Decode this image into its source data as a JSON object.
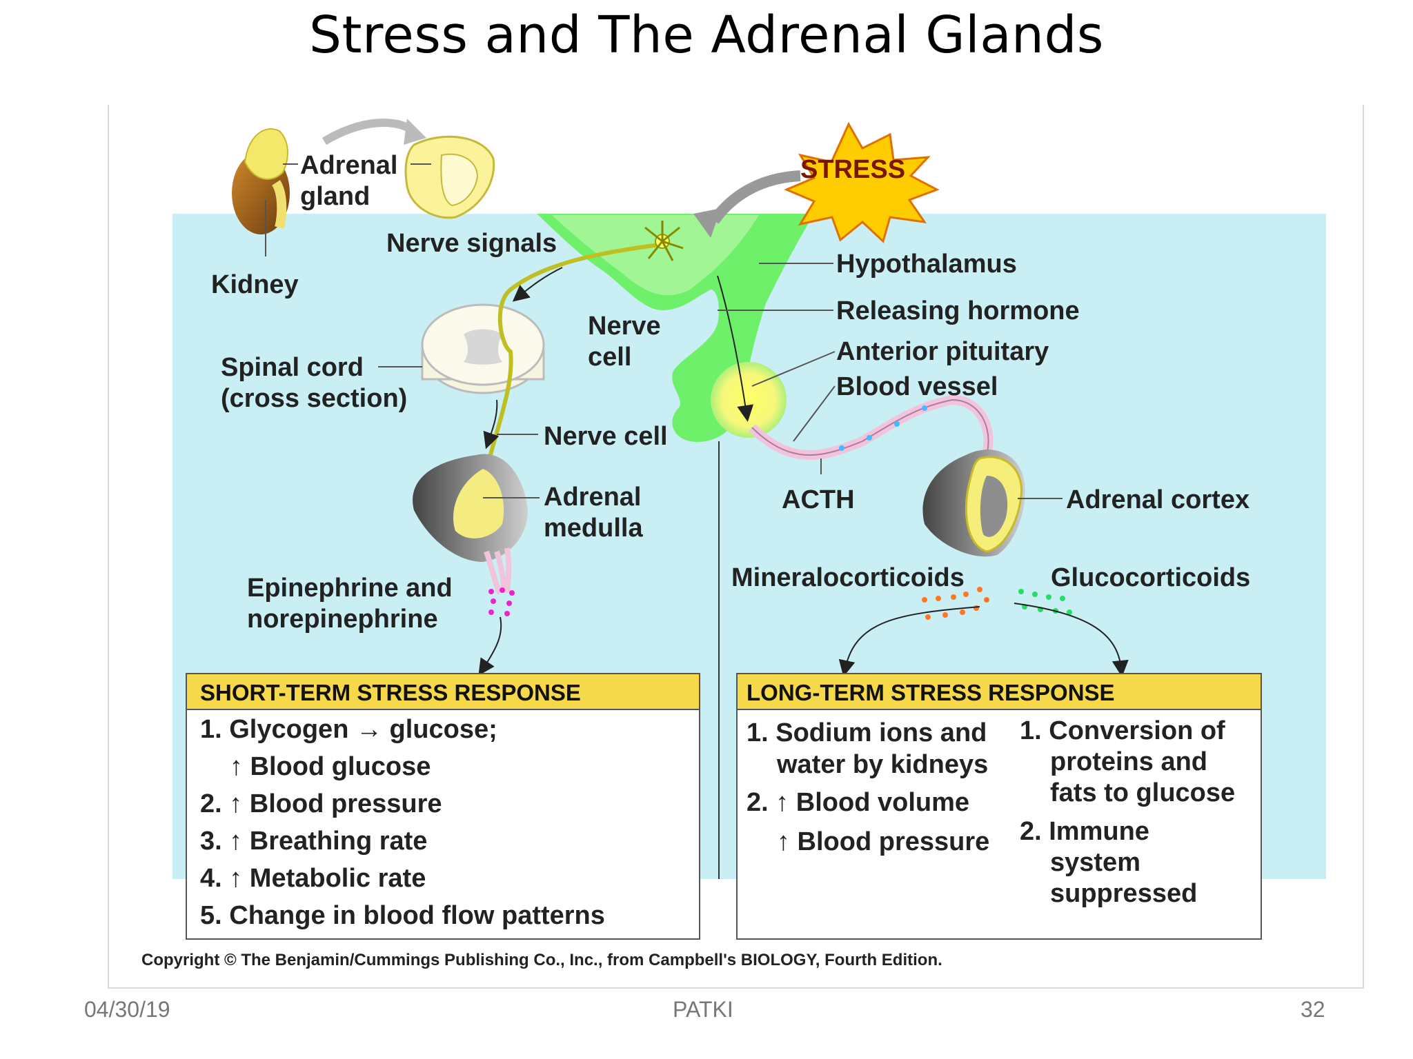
{
  "slide": {
    "title": "Stress and The Adrenal Glands",
    "footer_date": "04/30/19",
    "footer_author": "PATKI",
    "footer_page": "32"
  },
  "diagram": {
    "labels": {
      "adrenal_gland_1": "Adrenal",
      "adrenal_gland_2": "gland",
      "kidney": "Kidney",
      "nerve_signals": "Nerve signals",
      "spinal_cord_1": "Spinal cord",
      "spinal_cord_2": "(cross section)",
      "nerve_cell_upper_1": "Nerve",
      "nerve_cell_upper_2": "cell",
      "nerve_cell_lower": "Nerve cell",
      "adrenal_medulla_1": "Adrenal",
      "adrenal_medulla_2": "medulla",
      "epinephrine_1": "Epinephrine and",
      "epinephrine_2": "norepinephrine",
      "stress": "STRESS",
      "hypothalamus": "Hypothalamus",
      "releasing_hormone": "Releasing hormone",
      "anterior_pituitary": "Anterior pituitary",
      "blood_vessel": "Blood vessel",
      "acth": "ACTH",
      "adrenal_cortex": "Adrenal cortex",
      "mineralocorticoids": "Mineralocorticoids",
      "glucocorticoids": "Glucocorticoids"
    },
    "short_term": {
      "heading": "SHORT-TERM STRESS RESPONSE",
      "lines": [
        "1. Glycogen → glucose;",
        "↑ Blood glucose",
        "2. ↑ Blood pressure",
        "3. ↑ Breathing rate",
        "4. ↑ Metabolic rate",
        "5. Change in blood flow patterns"
      ]
    },
    "long_term": {
      "heading": "LONG-TERM STRESS RESPONSE",
      "left_lines": [
        "1. Sodium ions and",
        "water by kidneys",
        "2. ↑ Blood volume",
        "↑ Blood pressure"
      ],
      "right_lines": [
        "1. Conversion of",
        "proteins and",
        "fats to glucose",
        "2. Immune",
        "system",
        "suppressed"
      ]
    },
    "copyright": "Copyright © The Benjamin/Cummings Publishing Co., Inc., from Campbell's BIOLOGY, Fourth Edition."
  },
  "colors": {
    "background_panel": "#c9eef4",
    "hypothalamus_green": "#66ee66",
    "box_header": "#f5d94a",
    "stress_burst": "#ffcc00",
    "vessel_pink": "#f2c4dc"
  }
}
